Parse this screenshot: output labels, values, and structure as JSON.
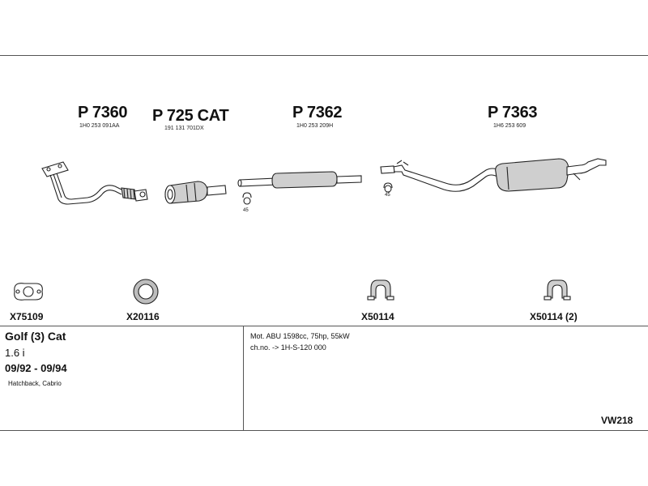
{
  "parts": [
    {
      "number": "P 7360",
      "oem": "1H0 253 091AA"
    },
    {
      "number": "P 725 CAT",
      "oem": "191 131 701DX"
    },
    {
      "number": "P 7362",
      "oem": "1H0 253 209H"
    },
    {
      "number": "P 7363",
      "oem": "1H6 253 609"
    }
  ],
  "clamp_angles": [
    "45",
    "45"
  ],
  "accessories": [
    {
      "code": "X75109",
      "icon": "gasket-icon"
    },
    {
      "code": "X20116",
      "icon": "sealing-ring-icon"
    },
    {
      "code": "X50114",
      "icon": "rubber-hanger-icon"
    },
    {
      "code": "X50114 (2)",
      "icon": "rubber-hanger-icon"
    }
  ],
  "vehicle": {
    "model": "Golf (3) Cat",
    "engine": "1.6 i",
    "years": "09/92 - 09/94",
    "body": "Hatchback, Cabrio"
  },
  "specs": {
    "motor": "Mot. ABU 1598cc, 75hp, 55kW",
    "chassis": "ch.no. -> 1H-S-120 000"
  },
  "diagram_code": "VW218",
  "colors": {
    "line": "#555555",
    "part_fill": "#cfcfcf",
    "text": "#111111"
  }
}
